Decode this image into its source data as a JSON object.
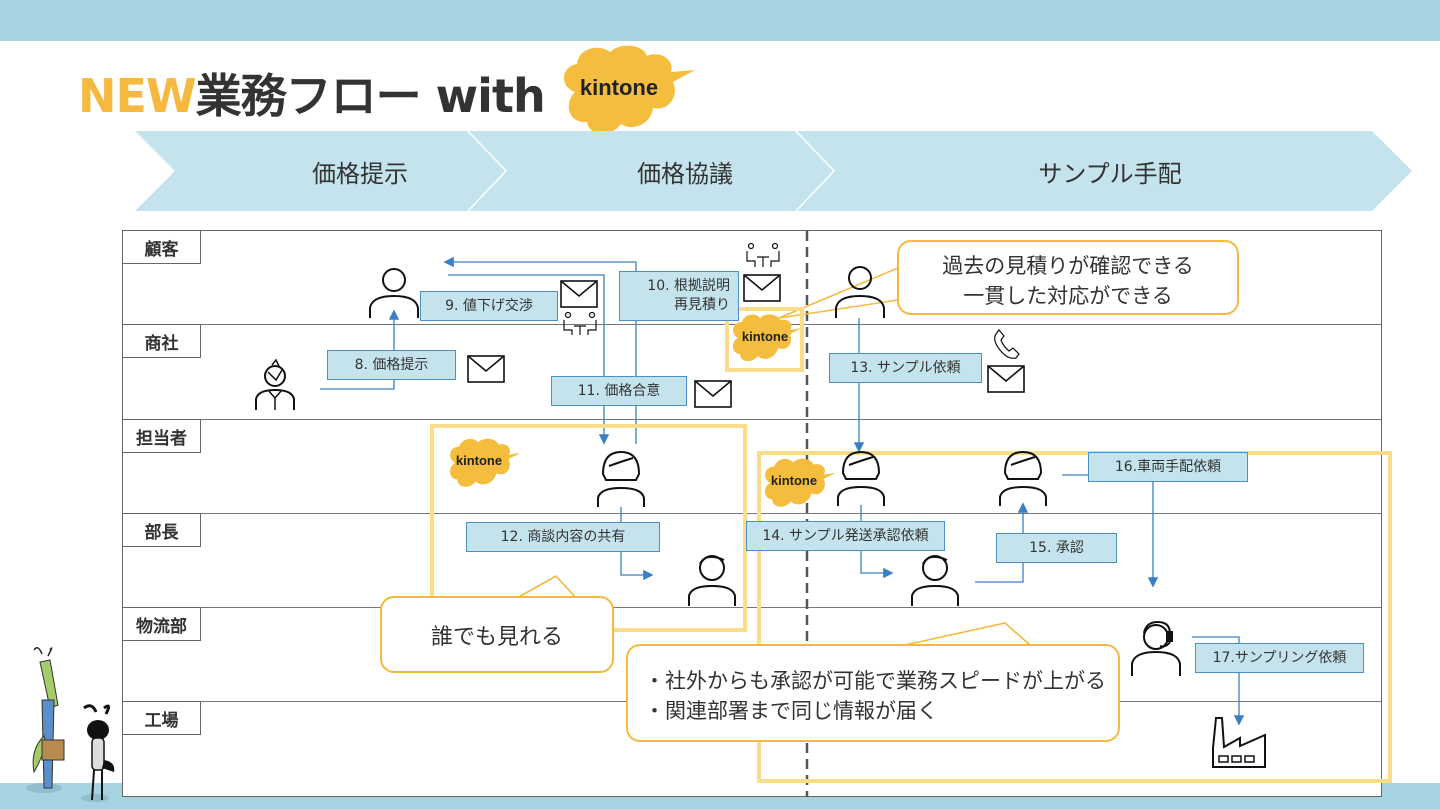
{
  "title": {
    "prefix": "NEW",
    "main": "業務フロー with",
    "logo_text": "kintone"
  },
  "colors": {
    "band": "#a5d4e0",
    "phase_fill": "#c5e3ec",
    "step_fill": "#c5e3ec",
    "step_border": "#4a8fc8",
    "accent_yellow": "#f5b940",
    "frame_yellow": "#fbdc8a",
    "arrow_blue": "#3a7fc4"
  },
  "phases": [
    {
      "label": "価格提示"
    },
    {
      "label": "価格協議"
    },
    {
      "label": "サンプル手配"
    }
  ],
  "lanes": [
    {
      "label": "顧客"
    },
    {
      "label": "商社"
    },
    {
      "label": "担当者"
    },
    {
      "label": "部長"
    },
    {
      "label": "物流部"
    },
    {
      "label": "工場"
    }
  ],
  "steps": {
    "s8": "8. 価格提示",
    "s9": "9. 値下げ交渉",
    "s10_line1": "10. 根拠説明",
    "s10_line2": "再見積り",
    "s11": "11. 価格合意",
    "s12": "12. 商談内容の共有",
    "s13": "13. サンプル依頼",
    "s14": "14. サンプル発送承認依頼",
    "s15": "15. 承認",
    "s16": "16.車両手配依頼",
    "s17": "17.サンプリング依頼"
  },
  "kintone_badges": [
    "kintone",
    "kintone",
    "kintone"
  ],
  "callouts": {
    "top_right": {
      "line1": "過去の見積りが確認できる",
      "line2": "一貫した対応ができる"
    },
    "middle_left": {
      "text": "誰でも見れる"
    },
    "bottom": {
      "line1": "・社外からも承認が可能で業務スピードが上がる",
      "line2": "・関連部署まで同じ情報が届く"
    }
  },
  "icons": {
    "customer_person": "person-icon",
    "trader_person": "businessman-icon",
    "mail": "envelope-icon",
    "meeting": "meeting-icon",
    "phone": "phone-icon",
    "staff": "woman-icon",
    "manager": "man-icon",
    "logistics": "headset-operator-icon",
    "factory": "factory-icon",
    "mascots": "insect-mascots-illustration"
  }
}
